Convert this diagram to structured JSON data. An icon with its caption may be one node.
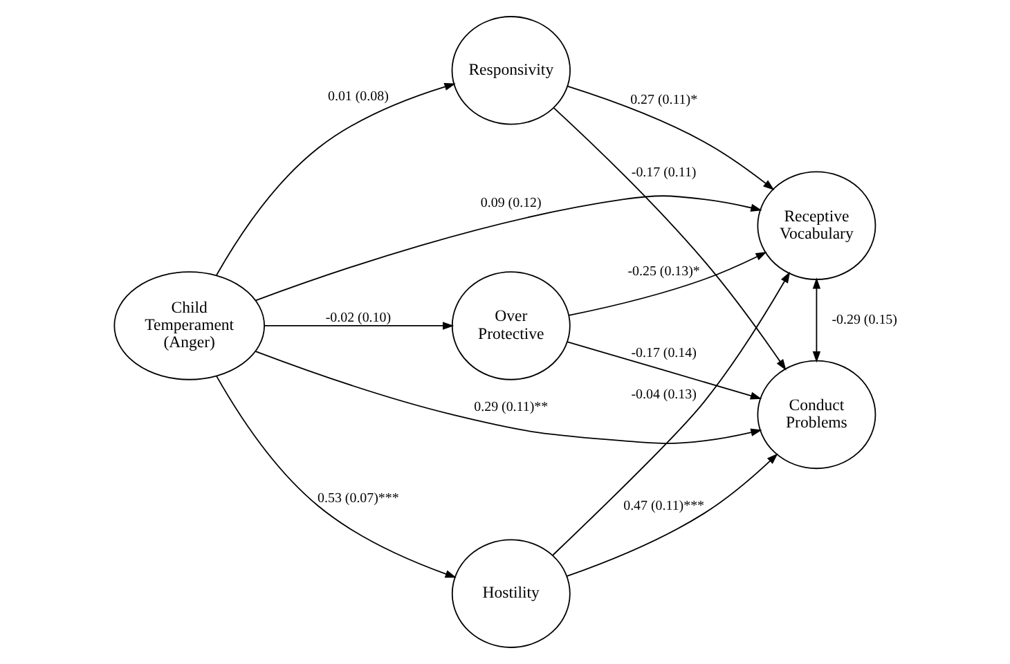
{
  "diagram": {
    "nodes": [
      {
        "text": [
          "Child Temperament (Anger)"
        ]
      },
      {
        "text": [
          "Responsivity"
        ]
      },
      {
        "text": [
          "Over Protective"
        ]
      },
      {
        "text": [
          "Hostility"
        ]
      },
      {
        "text": [
          "Receptive Vocabulary"
        ]
      },
      {
        "text": [
          "Conduct Problems"
        ]
      }
    ],
    "edges": [
      {
        "from": 0,
        "to": 1,
        "arrow": "to",
        "label": "0.01 (0.08)"
      },
      {
        "from": 0,
        "to": 4,
        "arrow": "to",
        "label": "0.09 (0.12)"
      },
      {
        "from": 0,
        "to": 2,
        "arrow": "to",
        "label": "-0.02 (0.10)"
      },
      {
        "from": 0,
        "to": 5,
        "arrow": "to",
        "label": "0.29 (0.11)**"
      },
      {
        "from": 0,
        "to": 3,
        "arrow": "to",
        "label": "0.53 (0.07)***"
      },
      {
        "from": 1,
        "to": 4,
        "arrow": "to",
        "label": "0.27 (0.11)*"
      },
      {
        "from": 1,
        "to": 5,
        "arrow": "to",
        "label": "-0.17 (0.11)"
      },
      {
        "from": 2,
        "to": 4,
        "arrow": "to",
        "label": "-0.25 (0.13)*"
      },
      {
        "from": 2,
        "to": 5,
        "arrow": "to",
        "label": "-0.17 (0.14)"
      },
      {
        "from": 3,
        "to": 4,
        "arrow": "to",
        "label": "-0.04 (0.13)"
      },
      {
        "from": 3,
        "to": 5,
        "arrow": "to",
        "label": "0.47 (0.11)***"
      },
      {
        "from": 4,
        "to": 5,
        "arrow": "both",
        "label": "-0.29 (0.15)"
      }
    ]
  }
}
